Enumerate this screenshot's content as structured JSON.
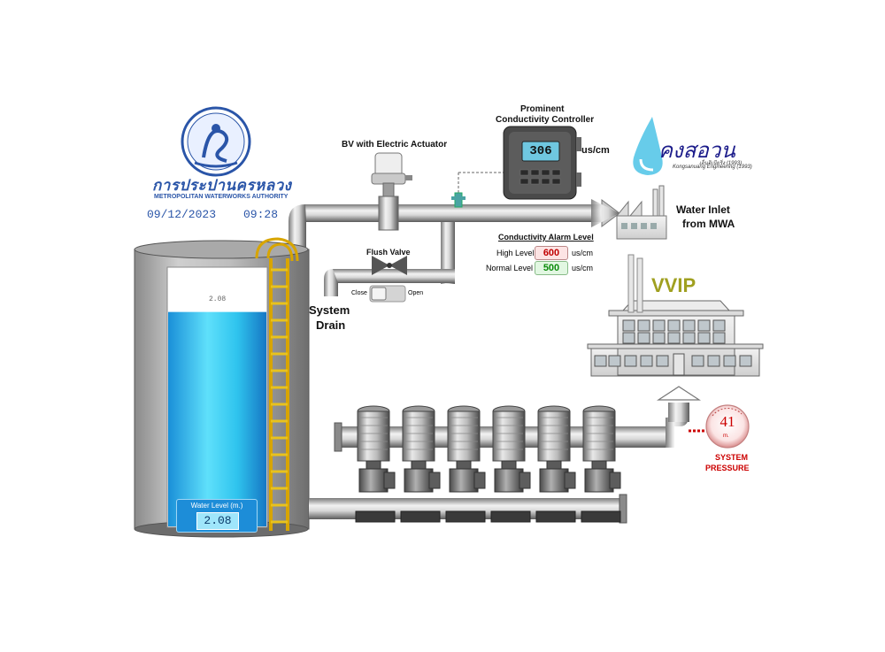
{
  "header": {
    "org_name_thai": "การประปานครหลวง",
    "org_name_en": "METROPOLITAN WATERWORKS AUTHORITY",
    "date": "09/12/2023",
    "time": "09:28"
  },
  "partner_logo": {
    "name_thai": "คงสอวน",
    "sub_line_1": "เอ็นจิเนียริ่ง (1993)",
    "sub_line_2": "Kongsanuang Engineering (1993)"
  },
  "valves": {
    "bv_label": "BV with Electric Actuator",
    "flush_label": "Flush Valve",
    "flush_close": "Close",
    "flush_open": "Open"
  },
  "controller": {
    "title_line1": "Prominent",
    "title_line2": "Conductivity Controller",
    "value": "306",
    "unit": "us/cm"
  },
  "alarm": {
    "title": "Conductivity Alarm Level",
    "high_label": "High Level",
    "high_value": "600",
    "high_unit": "us/cm",
    "normal_label": "Normal Level",
    "normal_value": "500",
    "normal_unit": "us/cm"
  },
  "inlet": {
    "line1": "Water Inlet",
    "line2": "from MWA"
  },
  "drain": {
    "line1": "System",
    "line2": "Drain"
  },
  "tank": {
    "level_top_readout": "2.08",
    "panel_title": "Water Level (m.)",
    "panel_value": "2.08",
    "fill_fraction": 0.83
  },
  "building": {
    "label": "VVIP"
  },
  "pressure": {
    "value": "41",
    "unit": "m.",
    "label_line1": "SYSTEM",
    "label_line2": "PRESSURE"
  },
  "colors": {
    "pipe_light": "#e6e6e6",
    "pipe_dark": "#6e6e6e",
    "water": "#29c3ef",
    "ladder": "#e8c21e",
    "alarm_high": "#c00000",
    "alarm_normal": "#0a8a0a",
    "vvip": "#a0a020",
    "pressure_red": "#cc0000"
  },
  "pumps": [
    {
      "id": "pump-1"
    },
    {
      "id": "pump-2"
    },
    {
      "id": "pump-3"
    },
    {
      "id": "pump-4"
    },
    {
      "id": "pump-5"
    },
    {
      "id": "pump-6"
    }
  ]
}
